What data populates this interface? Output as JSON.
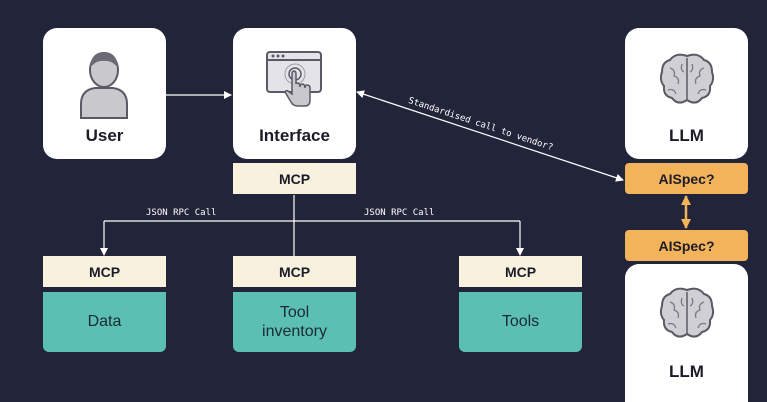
{
  "nodes": {
    "user": {
      "label": "User",
      "icon": "user-icon"
    },
    "interface": {
      "label": "Interface",
      "icon": "browser-click-icon"
    },
    "llm_top": {
      "label": "LLM",
      "icon": "brain-icon"
    },
    "llm_bottom": {
      "label": "LLM",
      "icon": "brain-icon"
    }
  },
  "mcp": {
    "interface": "MCP",
    "data": "MCP",
    "tool_inventory": "MCP",
    "tools": "MCP"
  },
  "servers": {
    "data": "Data",
    "tool_inventory_line1": "Tool",
    "tool_inventory_line2": "inventory",
    "tools": "Tools"
  },
  "aispec": {
    "top": "AISpec?",
    "bottom": "AISpec?"
  },
  "edges": {
    "json_rpc_left": "JSON RPC Call",
    "json_rpc_right": "JSON RPC Call",
    "vendor_call": "Standardised call to vendor?"
  },
  "colors": {
    "background": "#22243a",
    "card": "#ffffff",
    "mcp_box": "#f7f1de",
    "server_box": "#5bbfb3",
    "aispec_box": "#f3b35a",
    "aispec_arrow": "#f3b35a"
  }
}
